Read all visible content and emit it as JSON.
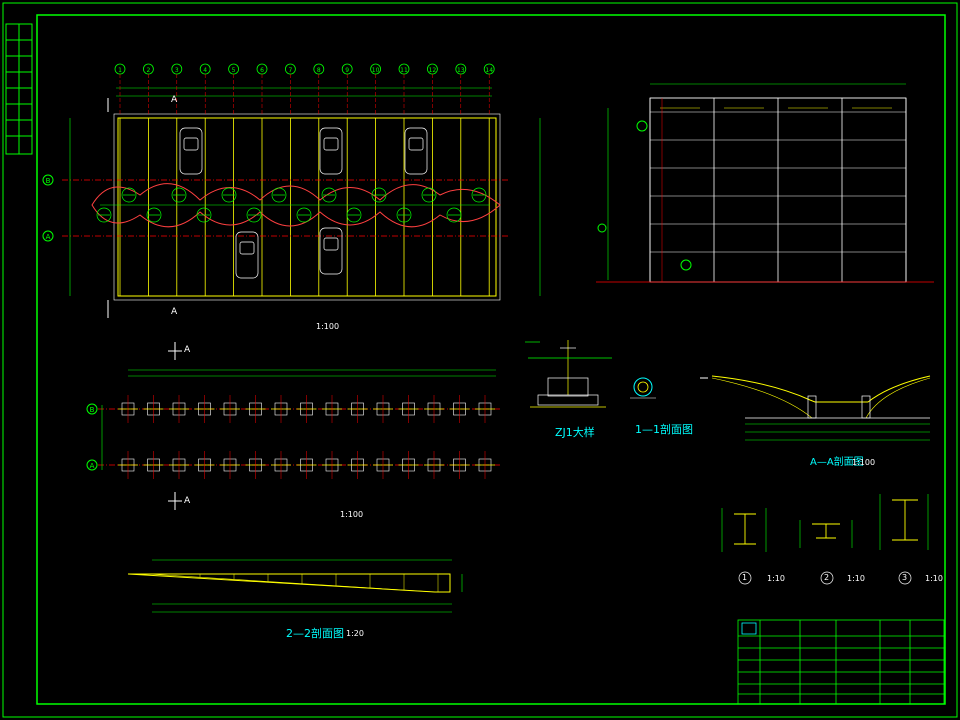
{
  "drawing": {
    "plan_top": {
      "axis_numbers": [
        "1",
        "2",
        "3",
        "4",
        "5",
        "6",
        "7",
        "8",
        "9",
        "10",
        "11",
        "12",
        "13",
        "14"
      ],
      "row_axes": [
        "B",
        "A"
      ],
      "section_marks": [
        "A",
        "A"
      ],
      "scale": "1:100"
    },
    "plan_grid": {
      "scale": ""
    },
    "plan_foundation": {
      "row_axes": [
        "B",
        "A"
      ],
      "section_marks": [
        "A",
        "A"
      ],
      "scale": "1:100"
    },
    "detail_zj": {
      "title": "ZJ1大样"
    },
    "detail_11": {
      "title": "1—1剖面图"
    },
    "section_aa": {
      "title": "A—A剖面图",
      "scale": "1:100"
    },
    "section_22": {
      "title": "2—2剖面图",
      "scale": "1:20"
    },
    "profiles": [
      {
        "number": "1",
        "scale": "1:10"
      },
      {
        "number": "2",
        "scale": "1:10"
      },
      {
        "number": "3",
        "scale": "1:10"
      }
    ],
    "colors": {
      "frame": "#00ff00",
      "line": "#ffff00",
      "axis": "#ff0000",
      "text": "#00ffff"
    }
  }
}
